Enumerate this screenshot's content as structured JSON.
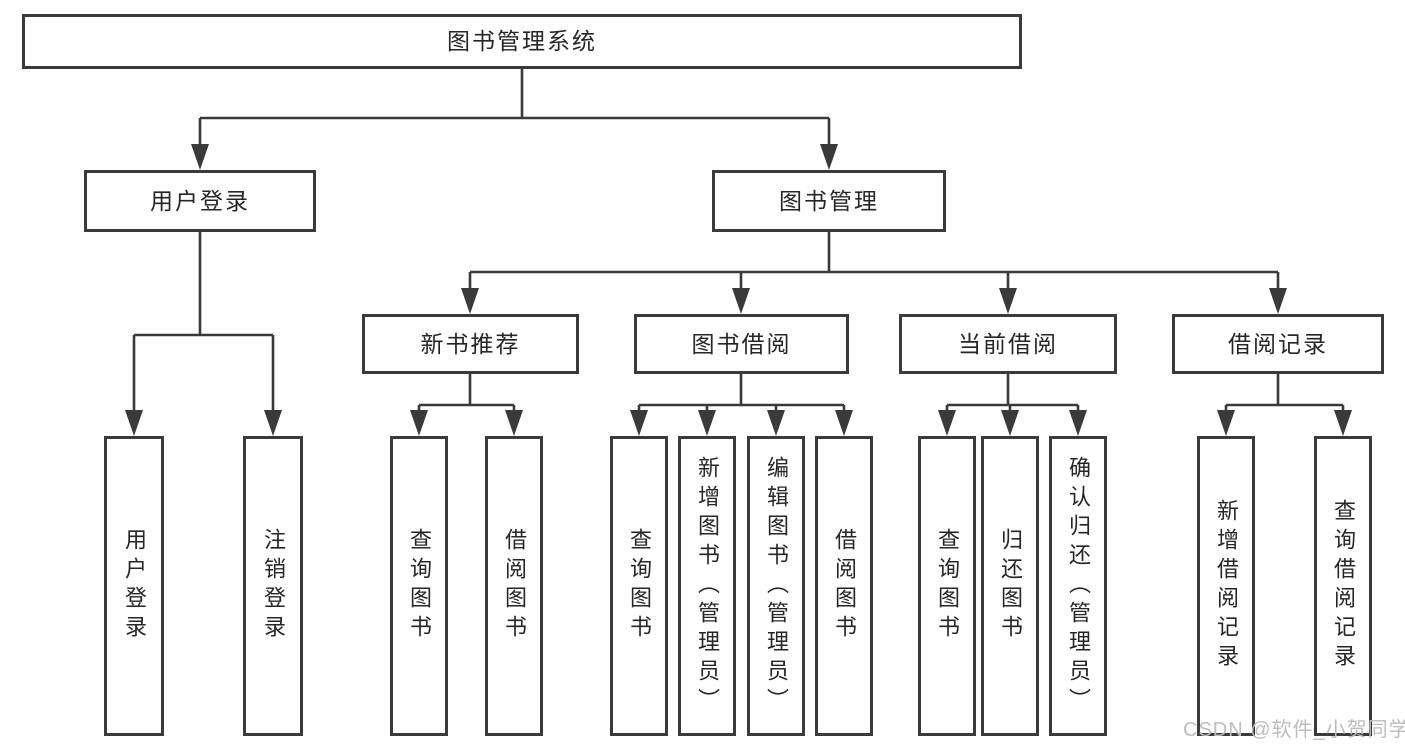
{
  "colors": {
    "line": "#3a3a3a",
    "text": "#262626",
    "box_background": "#ffffff",
    "watermark": "#bdbdbd"
  },
  "tree": {
    "root": {
      "label": "图书管理系统"
    },
    "user_login": {
      "label": "用户登录",
      "children": [
        {
          "label": "用户登录"
        },
        {
          "label": "注销登录"
        }
      ]
    },
    "book_mgmt": {
      "label": "图书管理",
      "sections": [
        {
          "label": "新书推荐",
          "children": [
            {
              "label": "查询图书"
            },
            {
              "label": "借阅图书"
            }
          ]
        },
        {
          "label": "图书借阅",
          "children": [
            {
              "label": "查询图书"
            },
            {
              "label": "新增图书（管理员）"
            },
            {
              "label": "编辑图书（管理员）"
            },
            {
              "label": "借阅图书"
            }
          ]
        },
        {
          "label": "当前借阅",
          "children": [
            {
              "label": "查询图书"
            },
            {
              "label": "归还图书"
            },
            {
              "label": "确认归还（管理员）"
            }
          ]
        },
        {
          "label": "借阅记录",
          "children": [
            {
              "label": "新增借阅记录"
            },
            {
              "label": "查询借阅记录"
            }
          ]
        }
      ]
    }
  },
  "watermark": {
    "text": "CSDN @软件_小贺同学"
  }
}
